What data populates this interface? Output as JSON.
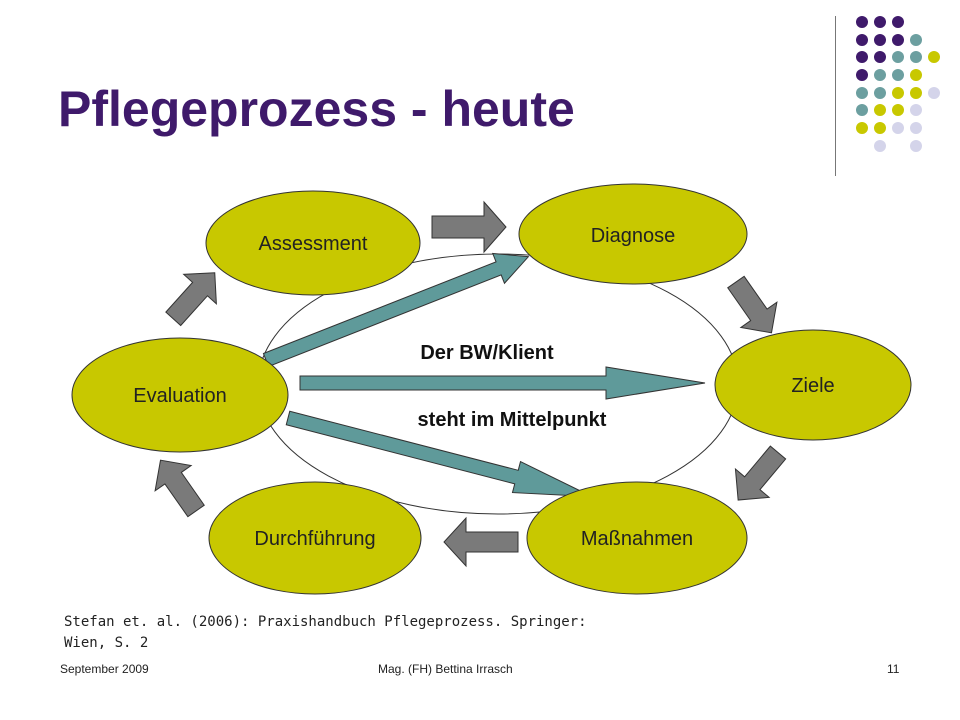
{
  "slide": {
    "title": "Pflegeprozess - heute"
  },
  "colors": {
    "title": "#3f1a6b",
    "node_fill": "#c8c800",
    "gray_arrow": "#7a7a7a",
    "teal_arrow": "#5f9a9a",
    "dot_purple": "#3f1a6b",
    "dot_teal": "#6c9fa0",
    "dot_yellow": "#c8c800",
    "dot_lavender": "#d4d4ea"
  },
  "diagram": {
    "nodes": {
      "assessment": "Assessment",
      "diagnose": "Diagnose",
      "ziele": "Ziele",
      "massnahmen": "Maßnahmen",
      "durchfuehrung": "Durchführung",
      "evaluation": "Evaluation"
    },
    "center": {
      "line1": "Der BW/Klient",
      "line2": "steht im Mittelpunkt"
    }
  },
  "citation": {
    "text": "Stefan et. al. (2006): Praxishandbuch Pflegeprozess. Springer: Wien, S. 2"
  },
  "footer": {
    "date": "September 2009",
    "author": "Mag. (FH) Bettina Irrasch",
    "page": "11"
  }
}
